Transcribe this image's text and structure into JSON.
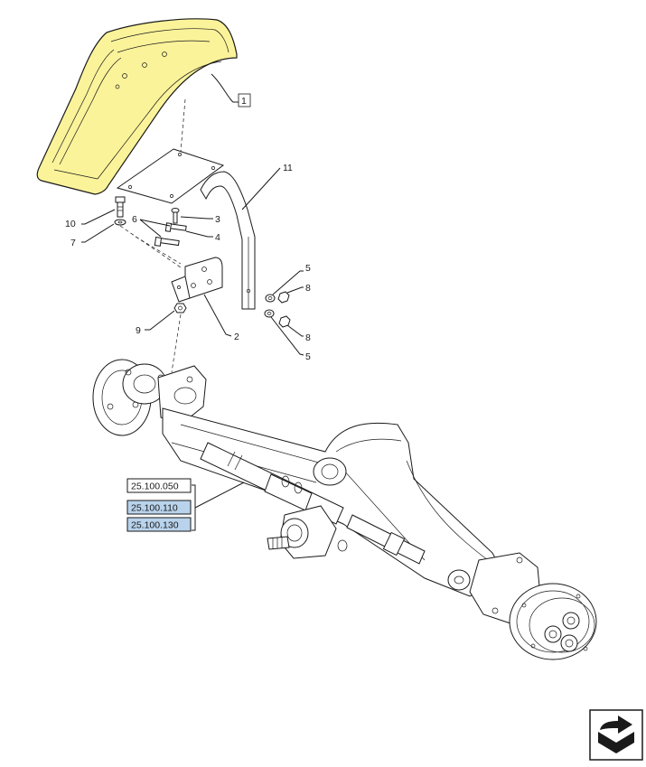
{
  "callouts": {
    "fender": "1",
    "bracket": "2",
    "screw_3": "3",
    "nut_4": "4",
    "washer_5_top": "5",
    "washer_5_bottom": "5",
    "bolt_6": "6",
    "washer_7": "7",
    "nut_8_top": "8",
    "nut_8_bottom": "8",
    "nut_9": "9",
    "bolt_10": "10",
    "support_arm": "11"
  },
  "references": [
    {
      "label": "25.100.050",
      "highlighted": false
    },
    {
      "label": "25.100.110",
      "highlighted": true
    },
    {
      "label": "25.100.130",
      "highlighted": true
    }
  ],
  "colors": {
    "fender_fill": "#fbf39a",
    "reference_highlight": "#b9d3ec",
    "line": "#1a1a1a"
  },
  "nav_icon": "next-page-arrow-icon"
}
